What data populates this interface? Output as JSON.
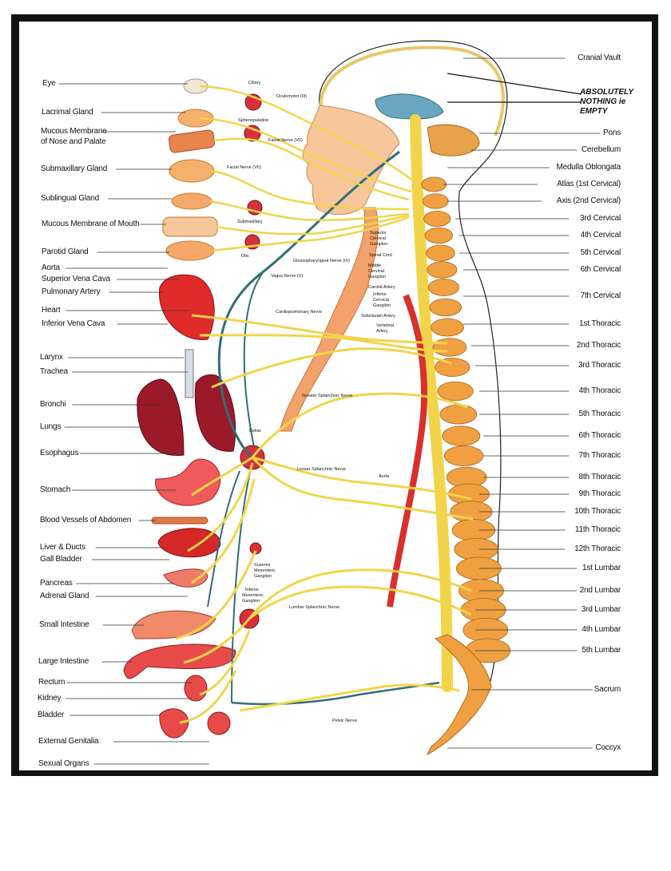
{
  "left_labels": [
    {
      "id": "eye",
      "text": "Eye"
    },
    {
      "id": "lacrimal",
      "text": "Lacrimal Gland"
    },
    {
      "id": "mucous1",
      "text": "Mucous Membrane"
    },
    {
      "id": "mucous2",
      "text": "of Nose and Palate"
    },
    {
      "id": "submax",
      "text": "Submaxillary Gland"
    },
    {
      "id": "subling",
      "text": "Sublingual Gland"
    },
    {
      "id": "mouth",
      "text": "Mucous Membrane of Mouth"
    },
    {
      "id": "parotid",
      "text": "Parotid Gland"
    },
    {
      "id": "aorta",
      "text": "Aorta"
    },
    {
      "id": "svc",
      "text": "Superior Vena Cava"
    },
    {
      "id": "pulm",
      "text": "Pulmonary Artery"
    },
    {
      "id": "heart",
      "text": "Heart"
    },
    {
      "id": "ivc",
      "text": "Inferior Vena Cava"
    },
    {
      "id": "larynx",
      "text": "Larynx"
    },
    {
      "id": "trachea",
      "text": "Trachea"
    },
    {
      "id": "bronchi",
      "text": "Bronchi"
    },
    {
      "id": "lungs",
      "text": "Lungs"
    },
    {
      "id": "esoph",
      "text": "Esophagus"
    },
    {
      "id": "stomach",
      "text": "Stomach"
    },
    {
      "id": "vessels",
      "text": "Blood Vessels of Abdomen"
    },
    {
      "id": "liver",
      "text": "Liver & Ducts"
    },
    {
      "id": "gall",
      "text": "Gall Bladder"
    },
    {
      "id": "pancreas",
      "text": "Pancreas"
    },
    {
      "id": "adrenal",
      "text": "Adrenal Gland"
    },
    {
      "id": "smallint",
      "text": "Small Intestine"
    },
    {
      "id": "largeint",
      "text": "Large Intestine"
    },
    {
      "id": "rectum",
      "text": "Rectum"
    },
    {
      "id": "kidney",
      "text": "Kidney"
    },
    {
      "id": "bladder",
      "text": "Bladder"
    },
    {
      "id": "extgen",
      "text": "External Genitalia"
    },
    {
      "id": "sexual",
      "text": "Sexual Organs"
    }
  ],
  "right_labels": [
    {
      "id": "vault",
      "text": "Cranial Vault"
    },
    {
      "id": "pons",
      "text": "Pons"
    },
    {
      "id": "cerebellum",
      "text": "Cerebellum"
    },
    {
      "id": "medulla",
      "text": "Medulla Oblongata"
    },
    {
      "id": "atlas",
      "text": "Atlas (1st Cervical)"
    },
    {
      "id": "axis",
      "text": "Axis (2nd Cervical)"
    },
    {
      "id": "c3",
      "text": "3rd Cervical"
    },
    {
      "id": "c4",
      "text": "4th Cervical"
    },
    {
      "id": "c5",
      "text": "5th Cervical"
    },
    {
      "id": "c6",
      "text": "6th Cervical"
    },
    {
      "id": "c7",
      "text": "7th Cervical"
    },
    {
      "id": "t1",
      "text": "1st Thoracic"
    },
    {
      "id": "t2",
      "text": "2nd Thoracic"
    },
    {
      "id": "t3",
      "text": "3rd Thoracic"
    },
    {
      "id": "t4",
      "text": "4th Thoracic"
    },
    {
      "id": "t5",
      "text": "5th Thoracic"
    },
    {
      "id": "t6",
      "text": "6th Thoracic"
    },
    {
      "id": "t7",
      "text": "7th Thoracic"
    },
    {
      "id": "t8",
      "text": "8th Thoracic"
    },
    {
      "id": "t9",
      "text": "9th Thoracic"
    },
    {
      "id": "t10",
      "text": "10th Thoracic"
    },
    {
      "id": "t11",
      "text": "11th Thoracic"
    },
    {
      "id": "t12",
      "text": "12th Thoracic"
    },
    {
      "id": "l1",
      "text": "1st Lumbar"
    },
    {
      "id": "l2",
      "text": "2nd Lumbar"
    },
    {
      "id": "l3",
      "text": "3rd Lumbar"
    },
    {
      "id": "l4",
      "text": "4th Lumbar"
    },
    {
      "id": "l5",
      "text": "5th Lumbar"
    },
    {
      "id": "sacrum",
      "text": "Sacrum"
    },
    {
      "id": "coccyx",
      "text": "Coccyx"
    }
  ],
  "annotation": {
    "line1": "ABSOLUTELY",
    "line2": "NOTHING ie",
    "line3": "EMPTY"
  },
  "small_labels": {
    "ciliary": "Ciliary",
    "oculomotor": "Oculomotor (III)",
    "spheno": "Sphenopalatine",
    "facial7": "Facial Nerve (VII)",
    "facial7b": "Facial Nerve (VII)",
    "submaxillary": "Submaxillary",
    "otic": "Otic",
    "glosso": "Glossopharyngeal Nerve (IX)",
    "vagus": "Vagus Nerve (X)",
    "supcerv1": "Superior",
    "supcerv2": "Cervical",
    "supcerv3": "Ganglion",
    "spinalcord": "Spinal Cord",
    "midcerv1": "Middle",
    "midcerv2": "Cervical",
    "midcerv3": "Ganglion",
    "carotid": "Carotid Artery",
    "infcerv1": "Inferior",
    "infcerv2": "Cervical",
    "infcerv3": "Ganglion",
    "subclavian": "Subclavian Artery",
    "vert1": "Vertebral",
    "vert2": "Artery",
    "cardio": "Cardiopulmonary Nerve",
    "greater": "Greater Splanchnic Nerve",
    "celiac": "Celiac",
    "lesser": "Lesser Splanchnic Nerve",
    "aorta2": "Aorta",
    "supmes1": "Superior",
    "supmes2": "Mesenteric",
    "supmes3": "Ganglion",
    "infmes1": "Inferior",
    "infmes2": "Mesenteric",
    "infmes3": "Ganglion",
    "lumbar": "Lumbar Splanchnic Nerve",
    "pelvic": "Pelvic Nerve"
  },
  "colors": {
    "nerve": "#f2d44a",
    "vagus": "#2f6f78",
    "artery": "#d9302c",
    "bone": "#f0a040",
    "skin": "#f7c69a",
    "frame": "#111111"
  }
}
